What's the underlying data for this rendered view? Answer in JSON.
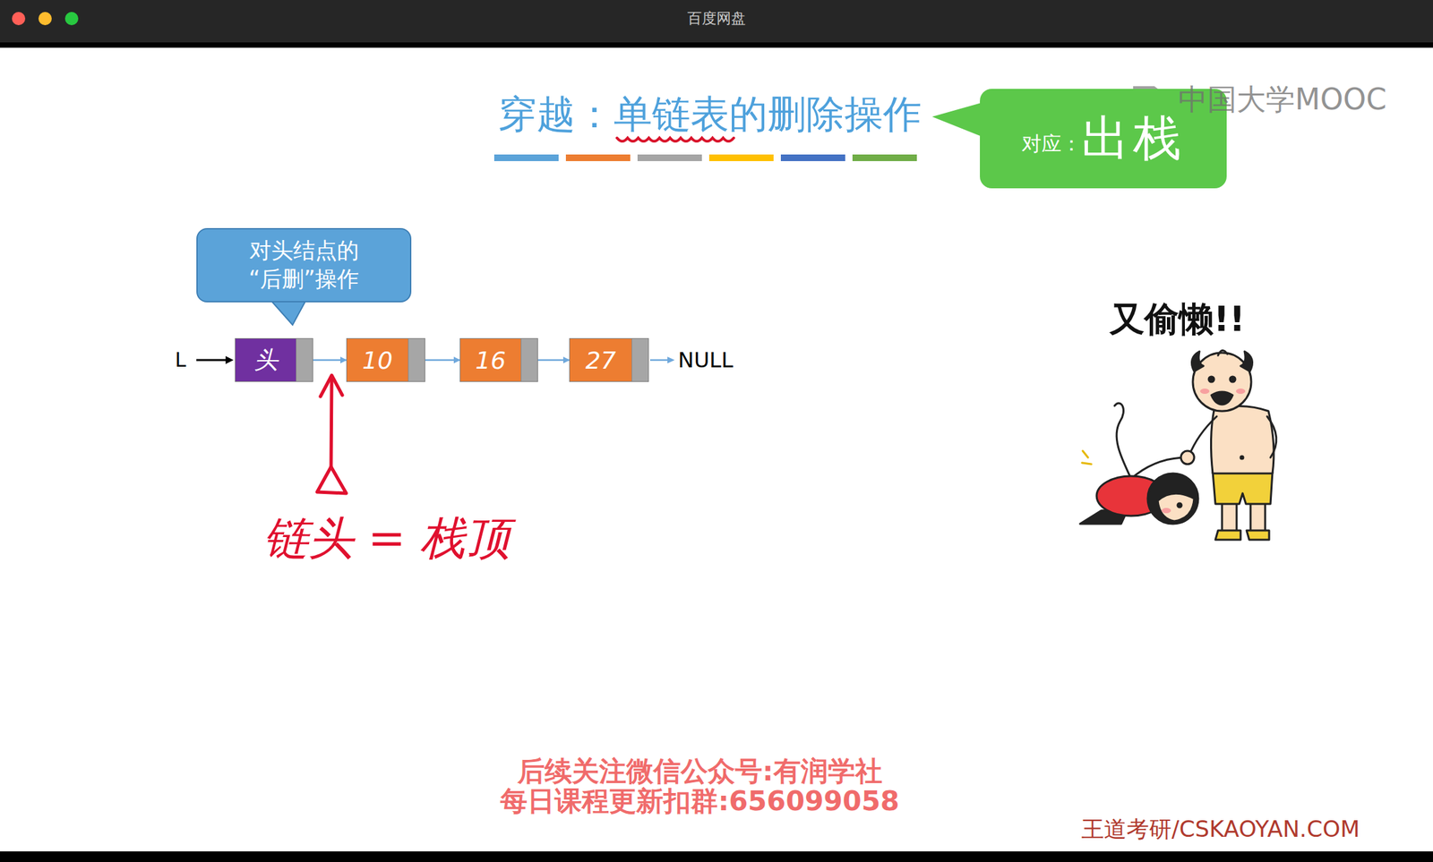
{
  "diagram": {
    "title": "穿越：单链表的删除操作",
    "nodes": [
      {
        "text": [
          "对应：",
          "出栈"
        ]
      },
      {
        "text": [
          "对头结点的 “后删”操作"
        ]
      },
      {
        "text": [
          "头"
        ]
      },
      {
        "text": [
          "10"
        ]
      },
      {
        "text": [
          "16"
        ]
      },
      {
        "text": [
          "27"
        ]
      }
    ],
    "edges": [
      {
        "from": 2,
        "to": 3,
        "arrow": "to"
      },
      {
        "from": 3,
        "to": 4,
        "arrow": "to"
      },
      {
        "from": 4,
        "to": 5,
        "arrow": "to"
      }
    ],
    "labels": [
      "百度网盘",
      "中国大学MOOC",
      "L",
      "NULL",
      "链头 = 栈顶",
      "又偷懒!!",
      "后续关注微信公众号:有润学社",
      "每日课程更新扣群:656099058",
      "王道考研/CSKAOYAN.COM"
    ]
  }
}
